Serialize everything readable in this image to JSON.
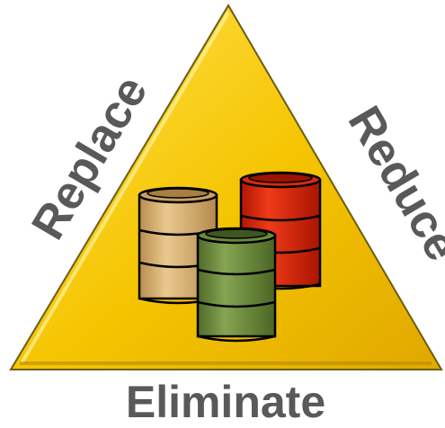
{
  "labels": {
    "left": "Replace",
    "right": "Reduce",
    "bottom": "Eliminate"
  },
  "colors": {
    "triangle_fill": "#f5c400",
    "triangle_highlight": "#ffe24d",
    "triangle_edge": "#7a6a1a",
    "label_text": "#595959",
    "barrel_tan": "#deb77a",
    "barrel_red": "#e8200a",
    "barrel_green": "#6e8c3c"
  },
  "icons": [
    "tan-barrel-icon",
    "red-barrel-icon",
    "green-barrel-icon"
  ]
}
